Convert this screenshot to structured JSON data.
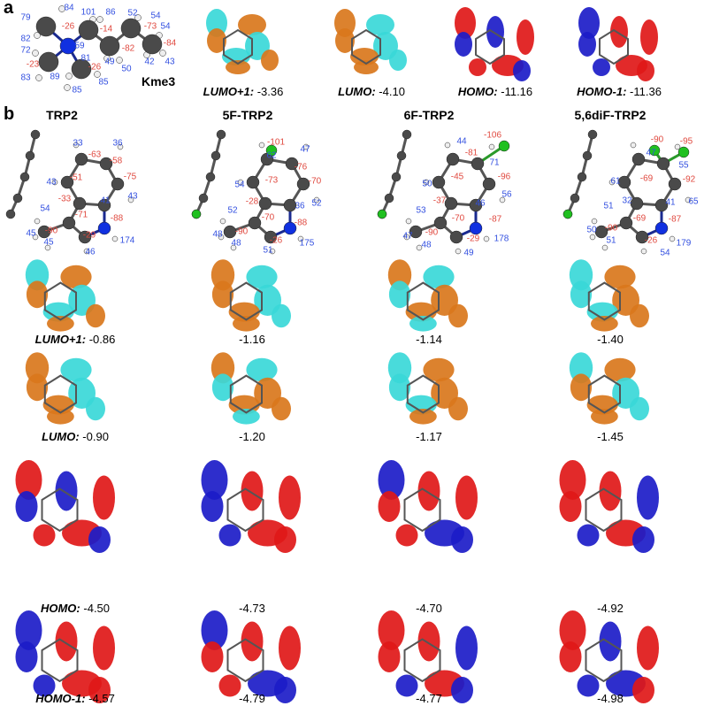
{
  "panel_a": {
    "letter": "a",
    "molecule": "Kme3",
    "charges": [
      "84",
      "79",
      "101",
      "86",
      "52",
      "54",
      "-26",
      "54",
      "-14",
      "-73",
      "82",
      "59",
      "-82",
      "-84",
      "72",
      "81",
      "-23",
      "-26",
      "49",
      "42",
      "43",
      "50",
      "83",
      "89",
      "85",
      "85"
    ],
    "orbitals": [
      {
        "name": "LUMO+1:",
        "value": "-3.36",
        "type": "lumo"
      },
      {
        "name": "LUMO:",
        "value": "-4.10",
        "type": "lumo"
      },
      {
        "name": "HOMO:",
        "value": "-11.16",
        "type": "homo"
      },
      {
        "name": "HOMO-1:",
        "value": "-11.36",
        "type": "homo"
      }
    ]
  },
  "panel_b": {
    "letter": "b",
    "columns": [
      {
        "title": "TRP2",
        "charges": [
          "33",
          "36",
          "-63",
          "-58",
          "-51",
          "-75",
          "43",
          "43",
          "-33",
          "41",
          "54",
          "-71",
          "-88",
          "-90",
          "45",
          "-29",
          "45",
          "174",
          "46"
        ]
      },
      {
        "title": "5F-TRP2",
        "charges": [
          "-101",
          "47",
          "62",
          "-76",
          "-73",
          "-70",
          "54",
          "52",
          "-28",
          "36",
          "52",
          "-70",
          "-88",
          "-90",
          "48",
          "-26",
          "48",
          "175",
          "51"
        ]
      },
      {
        "title": "6F-TRP2",
        "charges": [
          "-106",
          "44",
          "-81",
          "71",
          "-96",
          "50",
          "-45",
          "56",
          "-37",
          "46",
          "53",
          "-70",
          "-87",
          "47",
          "-90",
          "-29",
          "48",
          "178",
          "49"
        ]
      },
      {
        "title": "5,6diF-TRP2",
        "charges": [
          "-90",
          "-95",
          "47",
          "55",
          "-69",
          "-92",
          "61",
          "65",
          "32",
          "41",
          "51",
          "-69",
          "-87",
          "50",
          "-90",
          "51",
          "-26",
          "179",
          "54"
        ]
      }
    ],
    "rows": [
      {
        "name": "LUMO+1:",
        "type": "lumo",
        "values": [
          "-0.86",
          "-1.16",
          "-1.14",
          "-1.40"
        ]
      },
      {
        "name": "LUMO:",
        "type": "lumo",
        "values": [
          "-0.90",
          "-1.20",
          "-1.17",
          "-1.45"
        ]
      },
      {
        "name": "HOMO:",
        "type": "homo",
        "values": [
          "-4.50",
          "-4.73",
          "-4.70",
          "-4.92"
        ]
      },
      {
        "name": "HOMO-1:",
        "type": "homo",
        "values": [
          "-4.57",
          "-4.79",
          "-4.77",
          "-4.98"
        ]
      }
    ]
  },
  "colors": {
    "positive_charge": "#3350e0",
    "negative_charge": "#e04a40",
    "lumo_pos": "#3ad8d8",
    "lumo_neg": "#d9771c",
    "homo_pos": "#e01818",
    "homo_neg": "#1c1cc8",
    "carbon": "#4a4a4a",
    "nitrogen": "#1030e0",
    "fluorine": "#20c020"
  }
}
